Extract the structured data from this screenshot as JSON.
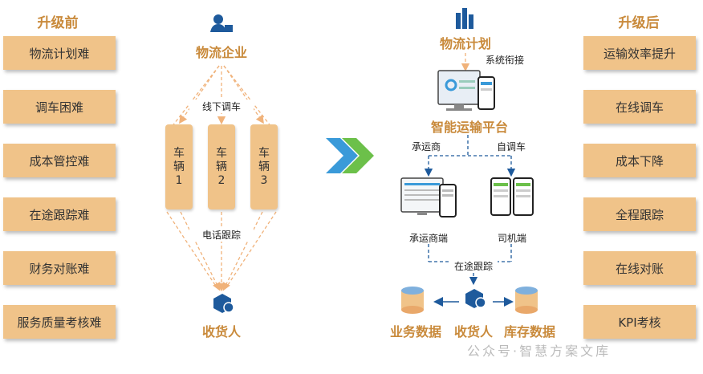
{
  "before": {
    "title": "升级前",
    "items": [
      "物流计划难",
      "调车困难",
      "成本管控难",
      "在途跟踪难",
      "财务对账难",
      "服务质量考核难"
    ]
  },
  "after": {
    "title": "升级后",
    "items": [
      "运输效率提升",
      "在线调车",
      "成本下降",
      "全程跟踪",
      "在线对账",
      "KPI考核"
    ]
  },
  "old_flow": {
    "enterprise": "物流企业",
    "offline_dispatch": "线下调车",
    "vehicles": [
      {
        "c1": "车",
        "c2": "辆",
        "c3": "1"
      },
      {
        "c1": "车",
        "c2": "辆",
        "c3": "2"
      },
      {
        "c1": "车",
        "c2": "辆",
        "c3": "3"
      }
    ],
    "phone_tracking": "电话跟踪",
    "consignee": "收货人"
  },
  "new_flow": {
    "plan": "物流计划",
    "system_link": "系统衔接",
    "platform": "智能运输平台",
    "carrier": "承运商",
    "self_dispatch": "自调车",
    "carrier_end": "承运商端",
    "driver_end": "司机端",
    "in_transit": "在途跟踪",
    "business_data": "业务数据",
    "consignee": "收货人",
    "inventory_data": "库存数据"
  },
  "watermark": "公众号·智慧方案文库",
  "colors": {
    "box": "#f0c389",
    "orange_text": "#c98a3b",
    "blue_text": "#1e5a9c",
    "arrow_blue": "#3a9ad9",
    "arrow_green": "#6cc04a"
  }
}
